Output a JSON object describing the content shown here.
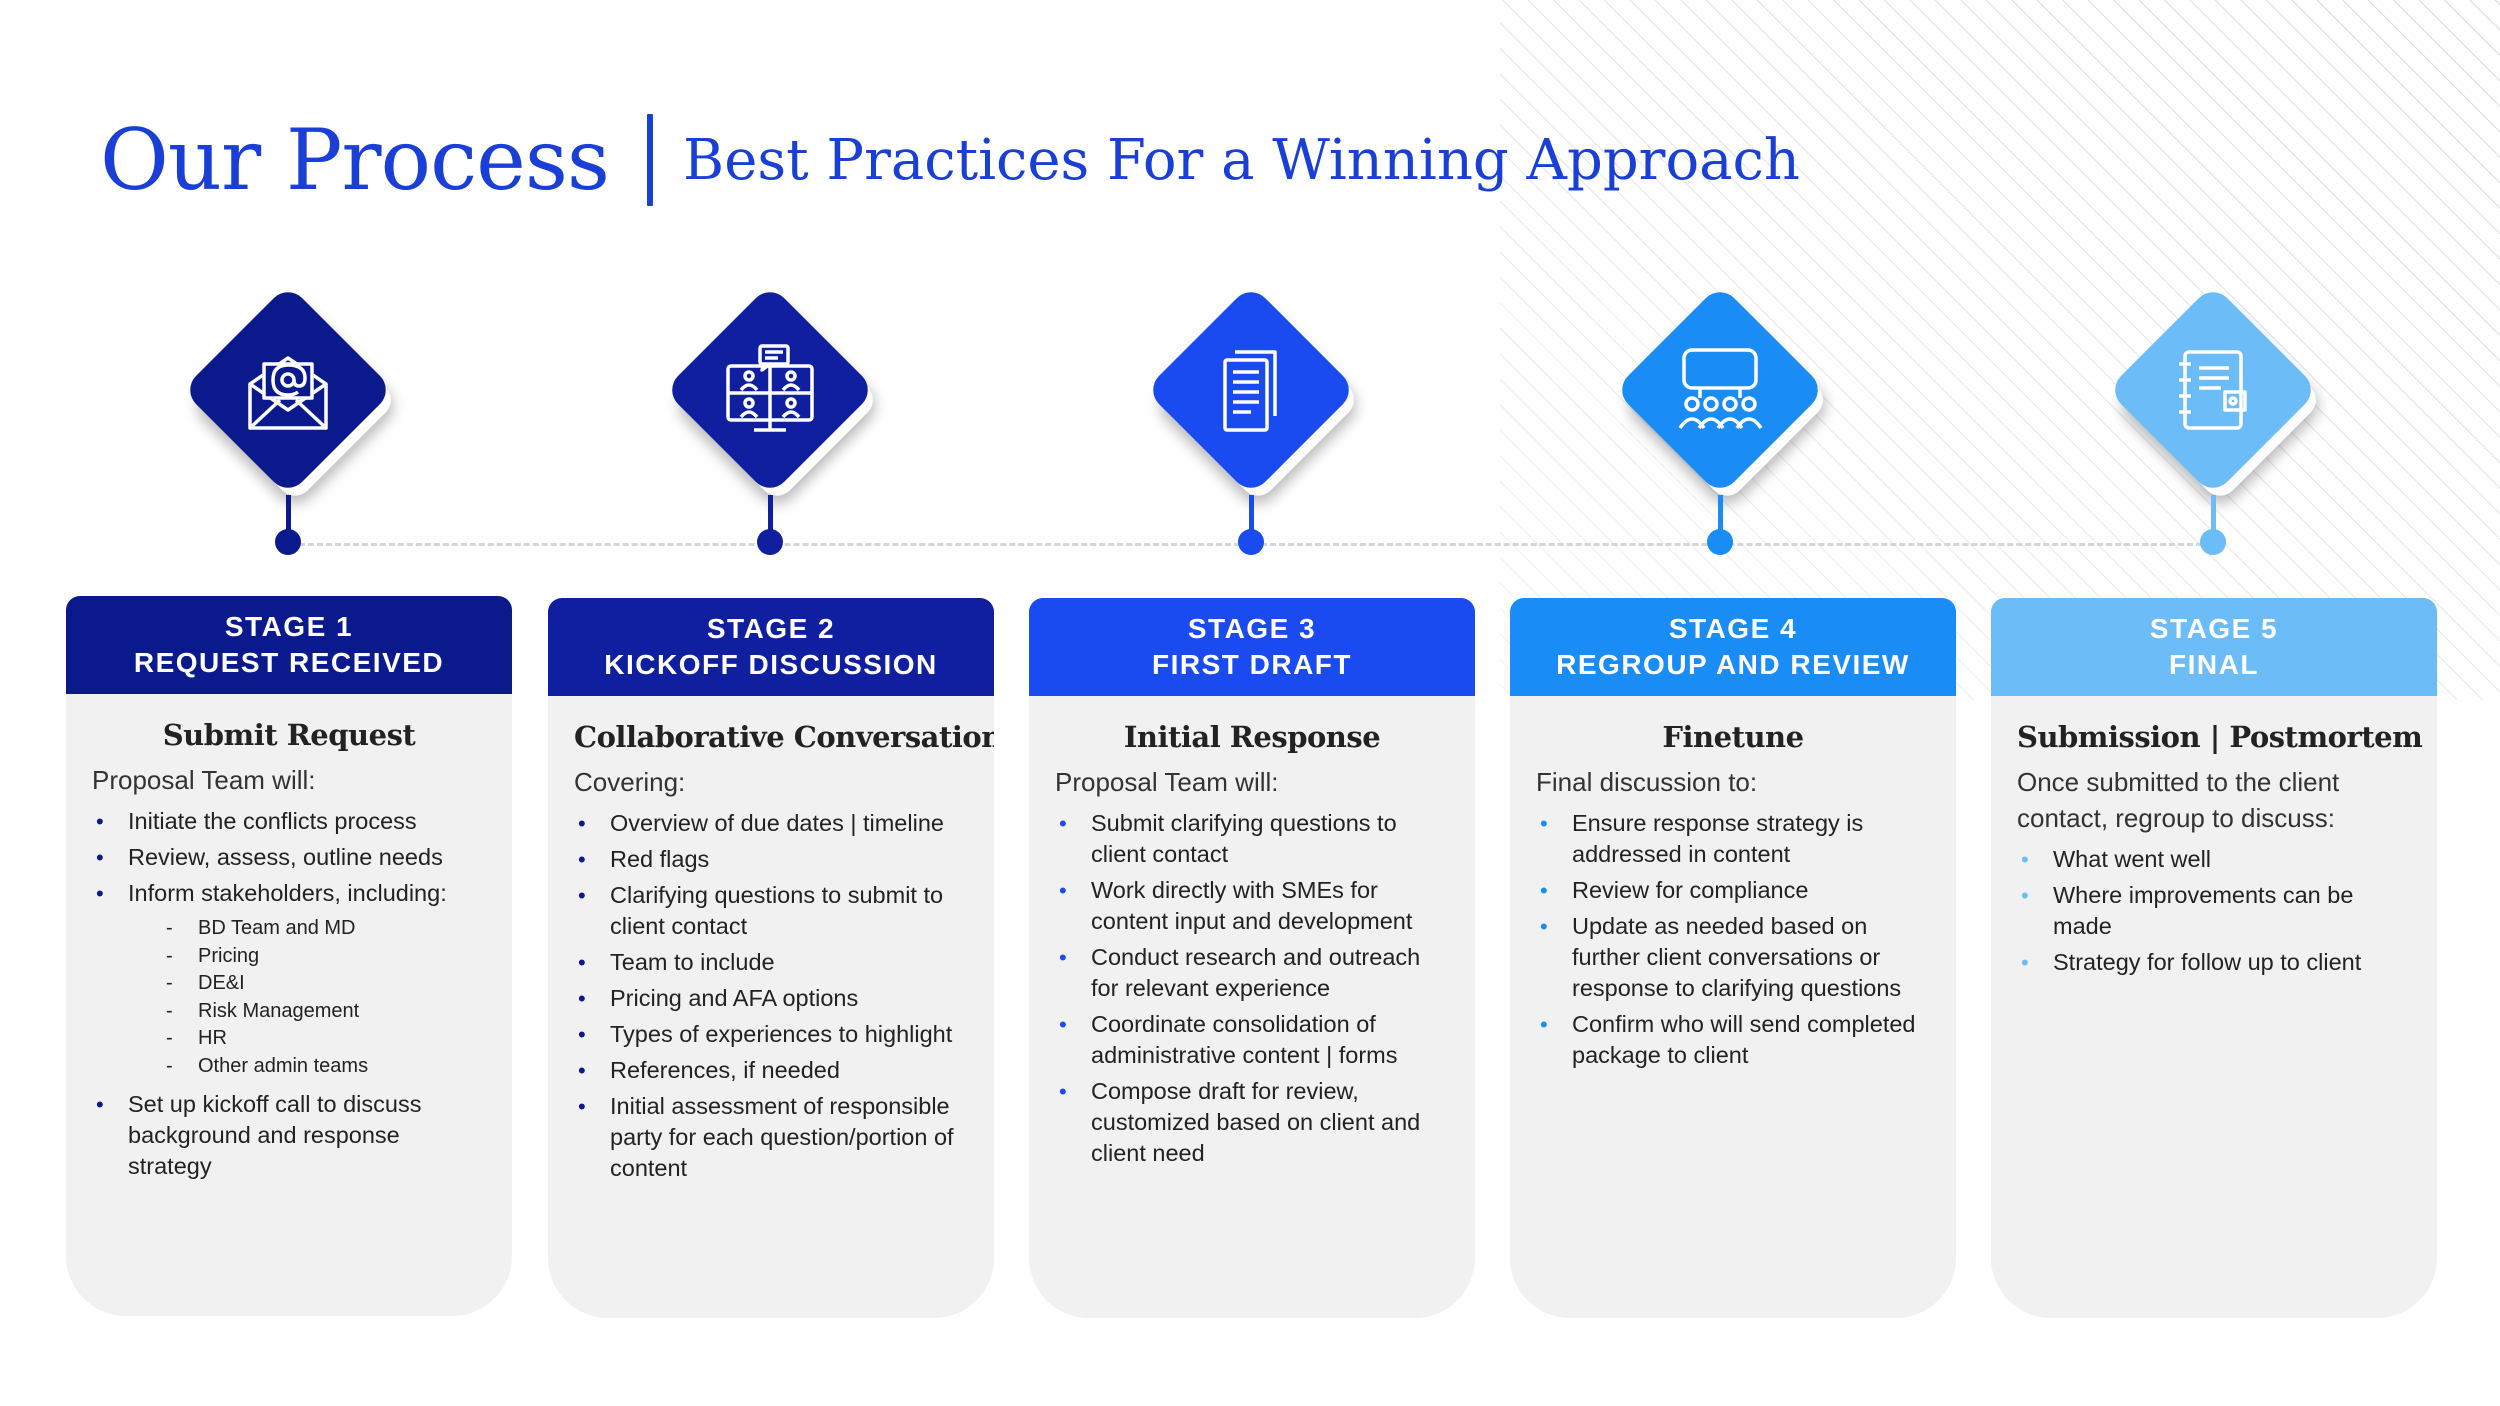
{
  "header": {
    "title": "Our Process",
    "subtitle": "Best Practices For a Winning Approach"
  },
  "colors": {
    "title": "#1a3fd6",
    "stage1": "#0a1a8c",
    "stage2": "#0f1fa0",
    "stage3": "#1a4bf0",
    "stage4": "#1a8cf5",
    "stage5": "#6bbcf7",
    "card_bg": "#f1f1f2"
  },
  "stages": [
    {
      "icon": "email-envelope-icon",
      "stage_label": "STAGE 1",
      "stage_name": "REQUEST RECEIVED",
      "title": "Submit Request",
      "intro": "Proposal Team will:",
      "bullets": [
        "Initiate the conflicts process",
        "Review, assess, outline needs",
        "Inform stakeholders, including:",
        "Set up kickoff call to discuss background and response strategy"
      ],
      "sub_bullets": [
        "BD Team and MD",
        "Pricing",
        "DE&I",
        "Risk Management",
        "HR",
        "Other admin teams"
      ]
    },
    {
      "icon": "video-conference-icon",
      "stage_label": "STAGE 2",
      "stage_name": "KICKOFF DISCUSSION",
      "title": "Collaborative Conversation",
      "intro": "Covering:",
      "bullets": [
        "Overview of due dates | timeline",
        "Red flags",
        "Clarifying questions to submit to client contact",
        "Team to include",
        "Pricing and AFA options",
        "Types of experiences to highlight",
        "References, if needed",
        "Initial assessment of responsible party for each question/portion of content"
      ]
    },
    {
      "icon": "documents-icon",
      "stage_label": "STAGE 3",
      "stage_name": "FIRST DRAFT",
      "title": "Initial Response",
      "intro": "Proposal Team will:",
      "bullets": [
        "Submit clarifying questions to client contact",
        "Work directly with SMEs for content input and development",
        "Conduct research and outreach for relevant experience",
        "Coordinate consolidation of administrative content | forms",
        "Compose draft for review, customized based on client and client need"
      ]
    },
    {
      "icon": "group-discussion-icon",
      "stage_label": "STAGE 4",
      "stage_name": "REGROUP AND REVIEW",
      "title": "Finetune",
      "intro": "Final discussion to:",
      "bullets": [
        "Ensure response strategy is addressed in content",
        "Review for compliance",
        "Update as needed based on further client conversations or response to clarifying questions",
        "Confirm who will send completed package to client"
      ]
    },
    {
      "icon": "notebook-icon",
      "stage_label": "STAGE 5",
      "stage_name": "FINAL",
      "title": "Submission | Postmortem",
      "intro": "Once submitted to the client contact, regroup to discuss:",
      "bullets": [
        "What went well",
        "Where improvements can be made",
        "Strategy for follow up to client"
      ]
    }
  ]
}
